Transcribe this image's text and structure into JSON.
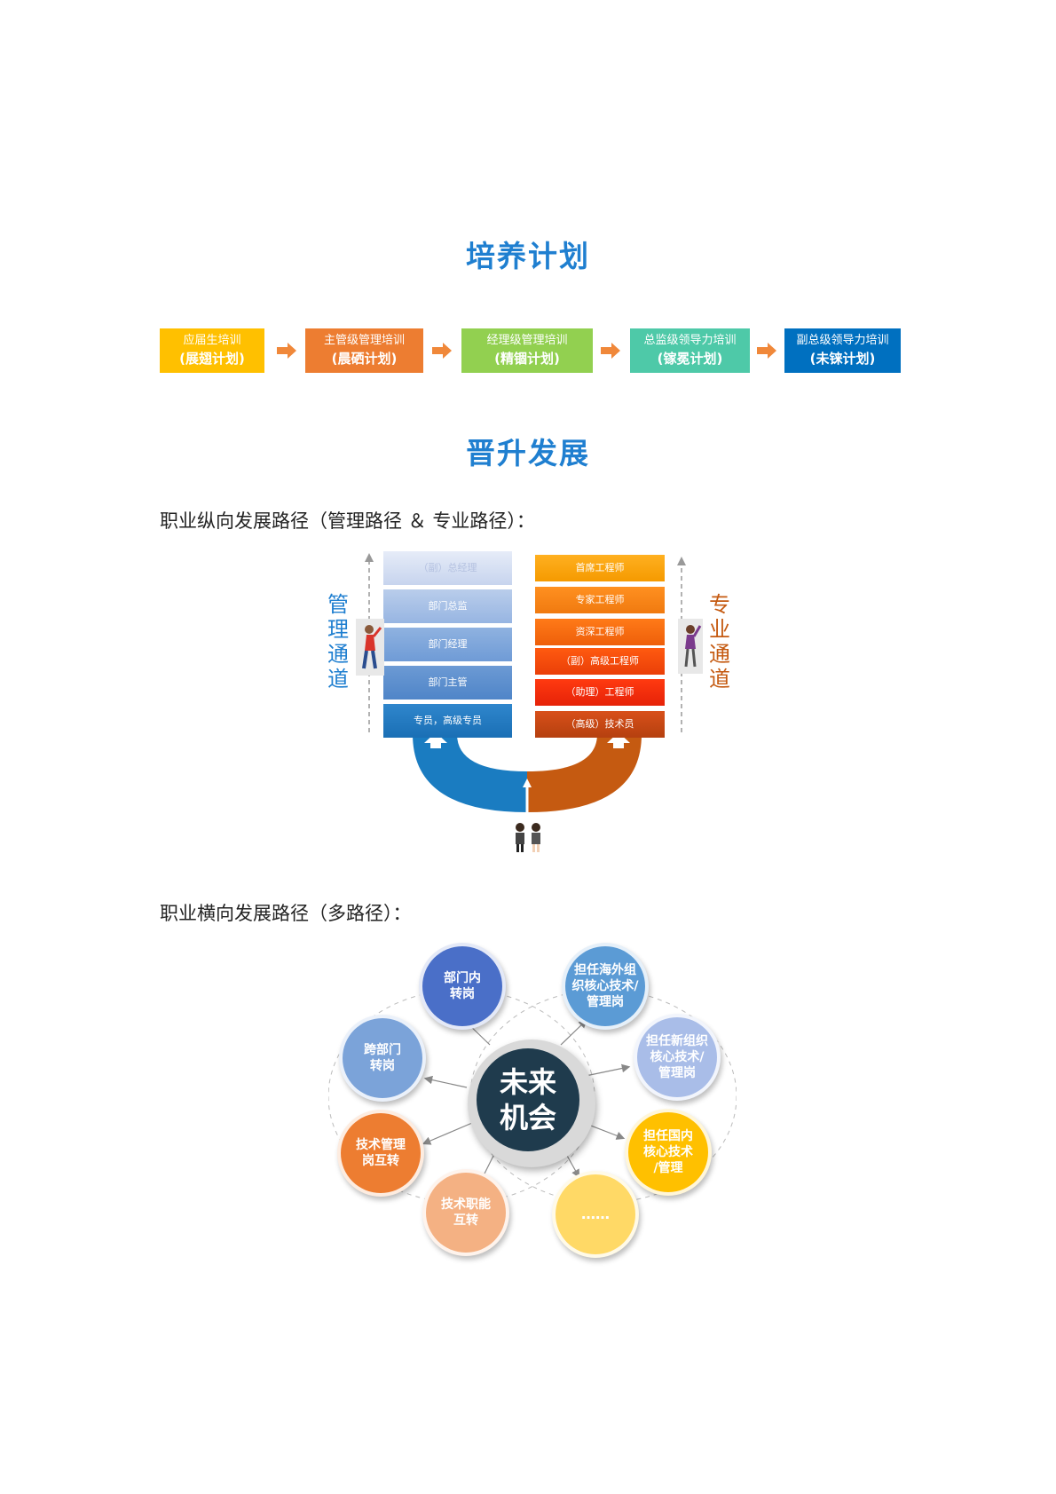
{
  "training": {
    "title": "培养计划",
    "steps": [
      {
        "line1": "应届生培训",
        "line2": "(展翅计划)",
        "color": "#ffc000"
      },
      {
        "line1": "主管级管理培训",
        "line2": "(晨硒计划)",
        "color": "#ed7d31"
      },
      {
        "line1": "经理级管理培训",
        "line2": "(精锢计划)",
        "color": "#92d050"
      },
      {
        "line1": "总监级领导力培训",
        "line2": "(镓冕计划)",
        "color": "#4ec9a8"
      },
      {
        "line1": "副总级领导力培训",
        "line2": "(未铼计划)",
        "color": "#0070c0"
      }
    ],
    "arrow_color": "#f0883a"
  },
  "promotion": {
    "title": "晋升发展",
    "vertical_subtitle": "职业纵向发展路径（管理路径 ＆ 专业路径）：",
    "management": {
      "label": "管理通道",
      "label_color": "#1f7fd0",
      "levels": [
        "（副）总经理",
        "部门总监",
        "部门经理",
        "部门主管",
        "专员，高级专员"
      ]
    },
    "professional": {
      "label": "专业通道",
      "label_color": "#c55a11",
      "levels": [
        "首席工程师",
        "专家工程师",
        "资深工程师",
        "（副）高级工程师",
        "（助理）工程师",
        "（高级）技术员"
      ]
    },
    "horizontal_subtitle": "职业横向发展路径（多路径）：",
    "center_label": "未来\n机会",
    "options": [
      {
        "label": "部门内\n转岗",
        "color": "#4a6fc8"
      },
      {
        "label": "担任海外组\n织核心技术/\n管理岗",
        "color": "#5b9bd5"
      },
      {
        "label": "担任新组织\n核心技术/\n管理岗",
        "color": "#a9bde8"
      },
      {
        "label": "担任国内\n核心技术\n/管理",
        "color": "#ffc000"
      },
      {
        "label": "……",
        "color": "#ffd966"
      },
      {
        "label": "技术职能\n互转",
        "color": "#f4b183"
      },
      {
        "label": "技术管理\n岗互转",
        "color": "#ed7d31"
      },
      {
        "label": "跨部门\n转岗",
        "color": "#7ba3d9"
      }
    ]
  }
}
